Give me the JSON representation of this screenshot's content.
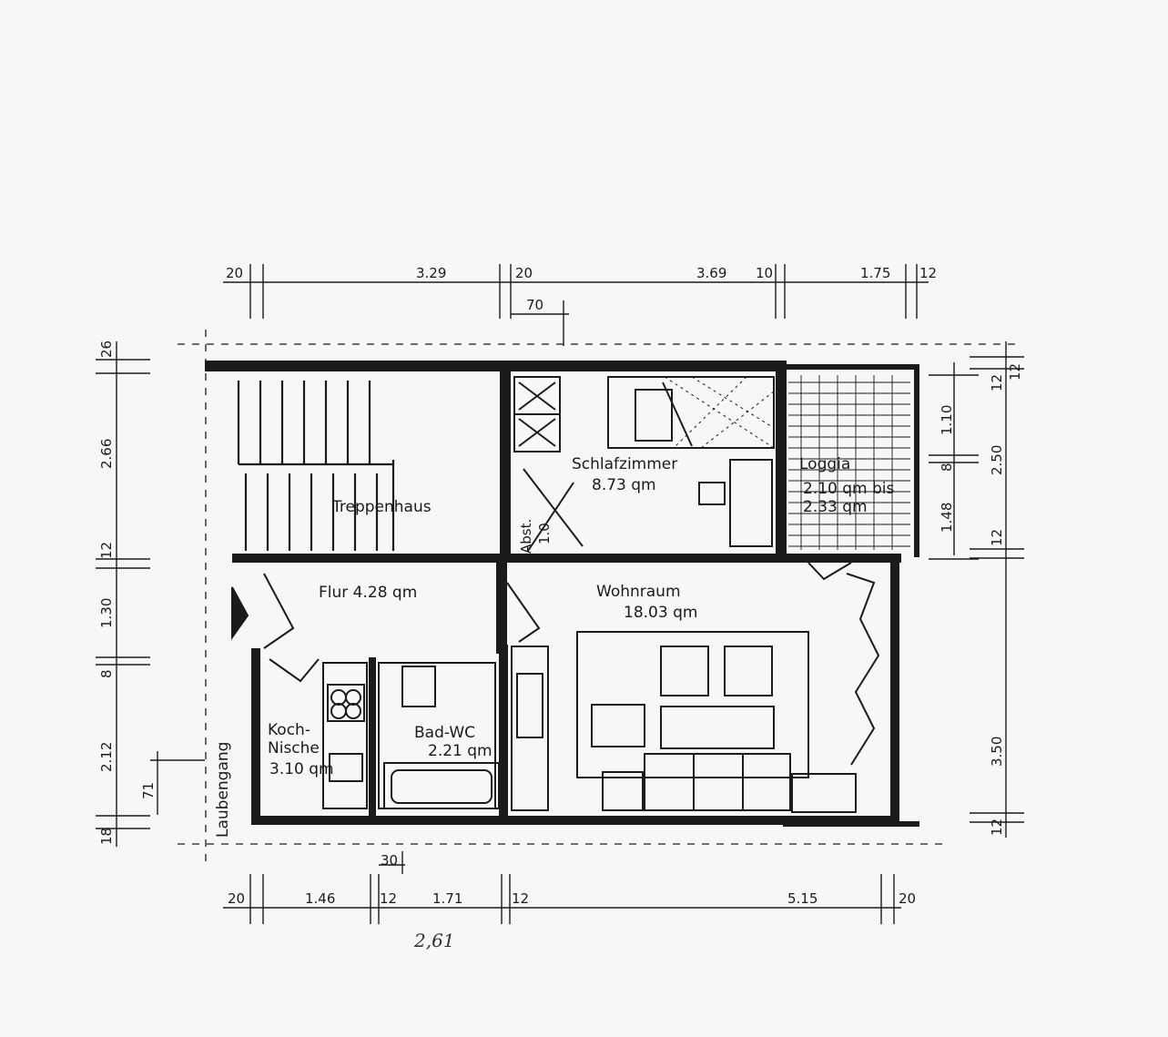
{
  "rooms": {
    "treppenhaus": "Treppenhaus",
    "schlafzimmer_name": "Schlafzimmer",
    "schlafzimmer_area": "8.73 qm",
    "loggia_name": "Loggia",
    "loggia_area1": "2.10 qm bis",
    "loggia_area2": "2.33 qm",
    "flur": "Flur  4.28 qm",
    "wohnraum_name": "Wohnraum",
    "wohnraum_area": "18.03 qm",
    "koch1": "Koch-",
    "koch2": "Nische",
    "koch_area": "3.10 qm",
    "bad_name": "Bad-WC",
    "bad_area": "2.21 qm",
    "laubengang": "Laubengang",
    "abst1": "Abst.",
    "abst2": "1.0"
  },
  "dims_top": [
    "20",
    "3.29",
    "20",
    "3.69",
    "10",
    "1.75",
    "12"
  ],
  "dim_70": "70",
  "dims_bottom": [
    "20",
    "1.46",
    "12",
    "1.71",
    "12",
    "5.15",
    "20"
  ],
  "dim_30": "30",
  "dims_left": [
    "26",
    "2.66",
    "12",
    "1.30",
    "8",
    "2.12",
    "18"
  ],
  "dim_71": "71",
  "dims_right_outer": [
    "12",
    "2.50",
    "12",
    "3.50",
    "12"
  ],
  "dims_right_inner": [
    "12",
    "1.10",
    "8",
    "1.48"
  ],
  "handwriting": "2,61"
}
